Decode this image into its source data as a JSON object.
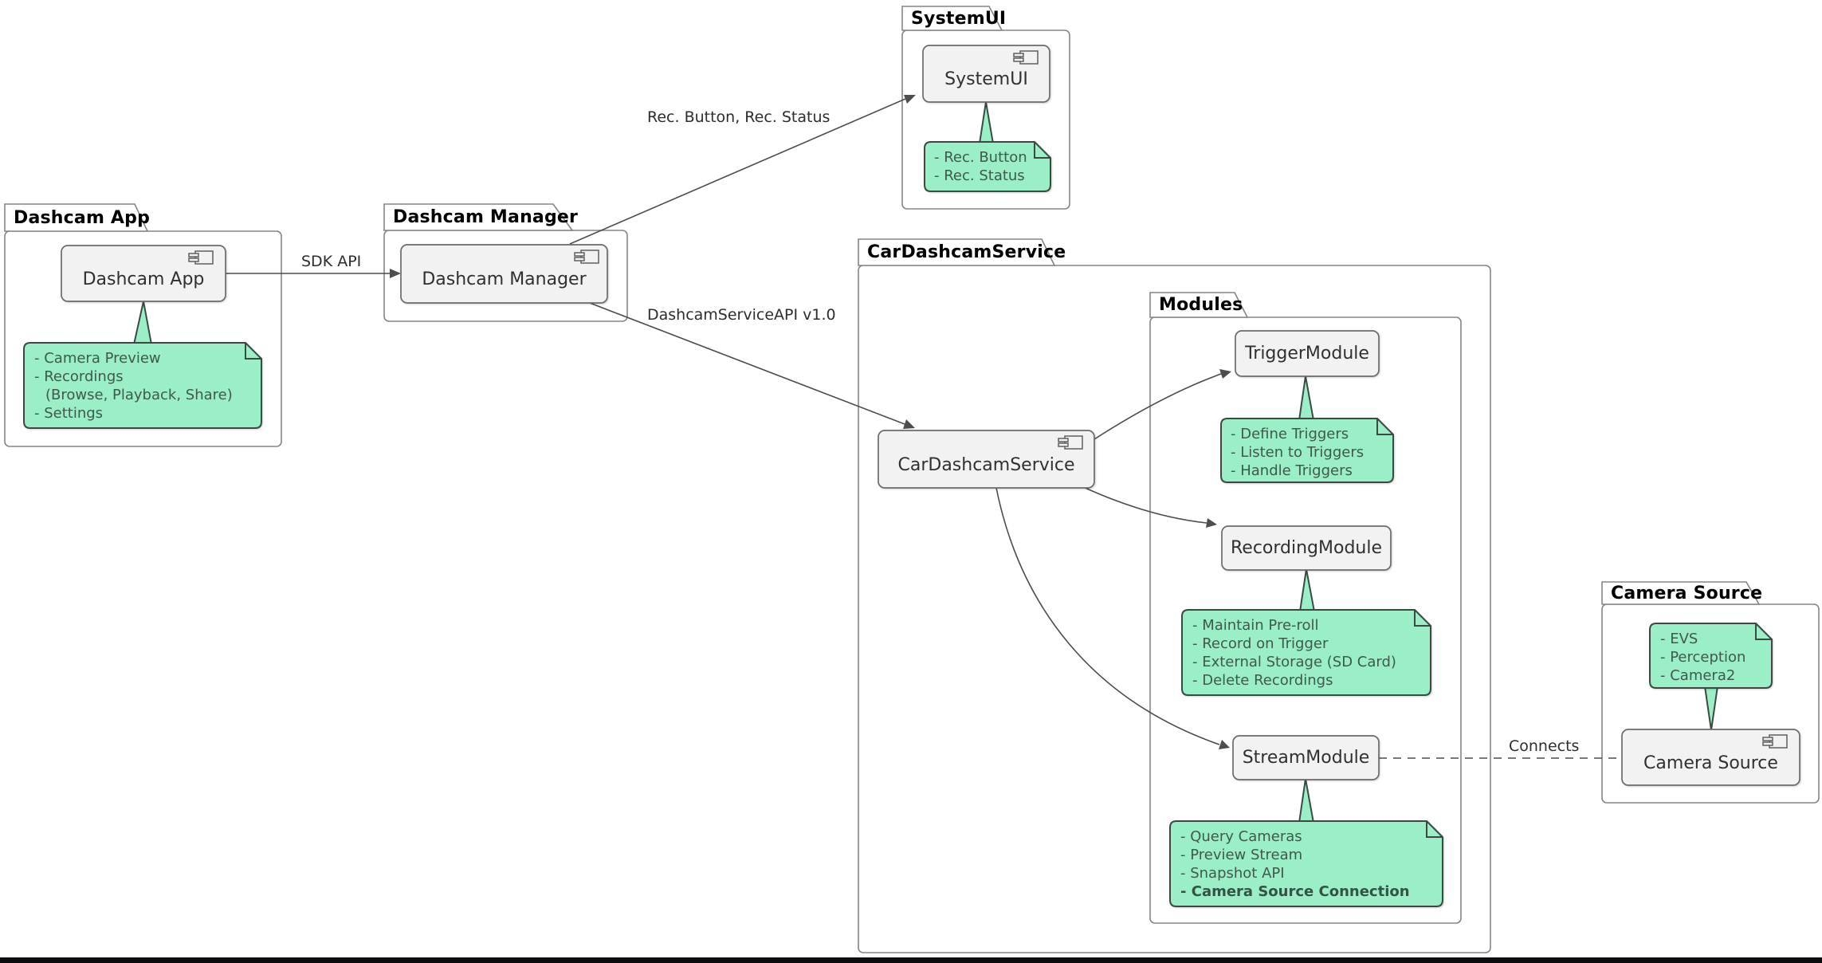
{
  "diagram": {
    "packages": {
      "dashcam_app": {
        "title": "Dashcam App"
      },
      "dashcam_manager": {
        "title": "Dashcam Manager"
      },
      "systemui": {
        "title": "SystemUI"
      },
      "car_dashcam_service": {
        "title": "CarDashcamService"
      },
      "modules": {
        "title": "Modules"
      },
      "camera_source": {
        "title": "Camera Source"
      }
    },
    "components": {
      "dashcam_app": "Dashcam App",
      "dashcam_manager": "Dashcam Manager",
      "systemui": "SystemUI",
      "car_dashcam_service": "CarDashcamService",
      "trigger_module": "TriggerModule",
      "recording_module": "RecordingModule",
      "stream_module": "StreamModule",
      "camera_source": "Camera Source"
    },
    "notes": {
      "dashcam_app": {
        "lines": [
          "- Camera Preview",
          "- Recordings",
          "(Browse, Playback, Share)",
          "- Settings"
        ]
      },
      "systemui": {
        "lines": [
          "- Rec. Button",
          "- Rec. Status"
        ]
      },
      "trigger": {
        "lines": [
          "- Define Triggers",
          "- Listen to Triggers",
          "- Handle Triggers"
        ]
      },
      "recording": {
        "lines": [
          "- Maintain Pre-roll",
          "- Record on Trigger",
          "- External Storage (SD Card)",
          "- Delete Recordings"
        ]
      },
      "stream": {
        "lines": [
          "- Query Cameras",
          "- Preview Stream",
          "- Snapshot API",
          "- Camera Source Connection"
        ]
      },
      "camera_source": {
        "lines": [
          "- EVS",
          "- Perception",
          "- Camera2"
        ]
      }
    },
    "edges": {
      "sdk_api": "SDK API",
      "rec_button_status": "Rec. Button, Rec. Status",
      "dashcam_service_api": "DashcamServiceAPI v1.0",
      "connects": "Connects"
    },
    "colors": {
      "note_fill": "#9AEFC7",
      "note_border": "#3A4A42",
      "component_fill": "#F2F2F2",
      "component_border": "#6B6B6B",
      "package_border": "#858585",
      "edge_line": "#4D4D4D"
    }
  }
}
